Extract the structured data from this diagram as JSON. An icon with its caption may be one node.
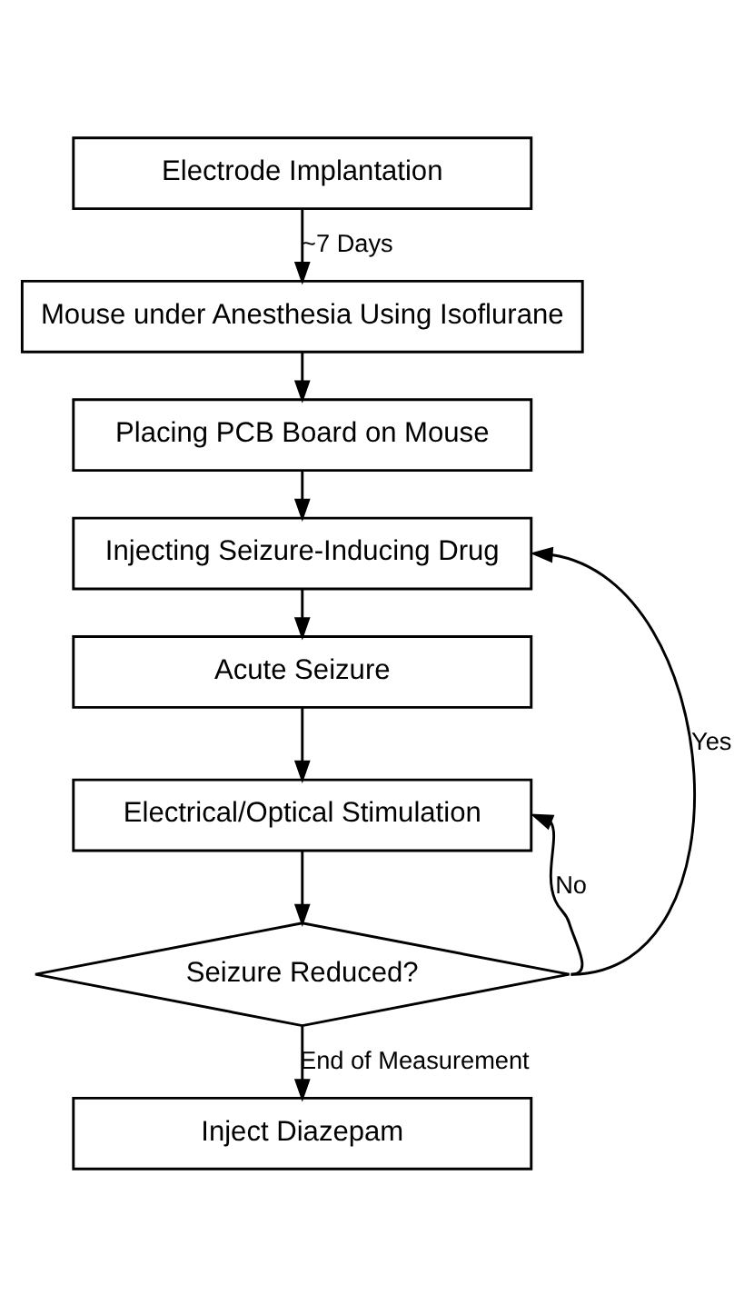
{
  "diagram": {
    "nodes": [
      {
        "text": [
          "Electrode Implantation"
        ]
      },
      {
        "text": [
          "Mouse under Anesthesia Using Isoflurane"
        ]
      },
      {
        "text": [
          "Placing PCB Board on Mouse"
        ]
      },
      {
        "text": [
          "Injecting Seizure-Inducing Drug"
        ]
      },
      {
        "text": [
          "Acute Seizure"
        ]
      },
      {
        "text": [
          "Electrical/Optical Stimulation"
        ]
      },
      {
        "text": [
          "Seizure Reduced?"
        ]
      },
      {
        "text": [
          "Inject Diazepam"
        ]
      }
    ],
    "edges": [
      {
        "from": 0,
        "to": 1,
        "arrow": "to",
        "label": "~7 Days"
      },
      {
        "from": 1,
        "to": 2,
        "arrow": "to"
      },
      {
        "from": 2,
        "to": 3,
        "arrow": "to"
      },
      {
        "from": 3,
        "to": 4,
        "arrow": "to"
      },
      {
        "from": 4,
        "to": 5,
        "arrow": "to"
      },
      {
        "from": 5,
        "to": 6,
        "arrow": "to"
      },
      {
        "from": 6,
        "to": 7,
        "arrow": "to",
        "label": "End of Measurement"
      },
      {
        "from": 6,
        "to": 3,
        "arrow": "to",
        "label": "Yes"
      },
      {
        "from": 6,
        "to": 5,
        "arrow": "to",
        "label": "No"
      }
    ]
  }
}
